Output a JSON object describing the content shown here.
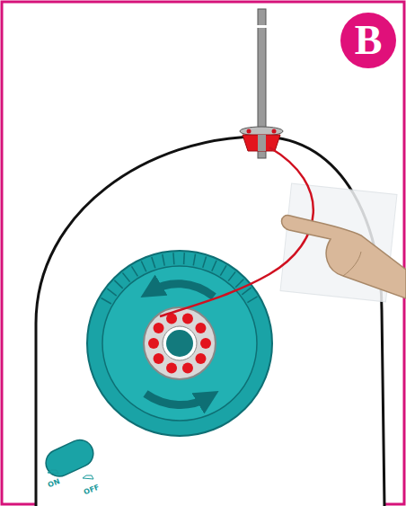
{
  "diagram": {
    "nodes": [
      {
        "text": [
          "B"
        ]
      }
    ],
    "labels": [
      "ON",
      "OFF"
    ]
  }
}
